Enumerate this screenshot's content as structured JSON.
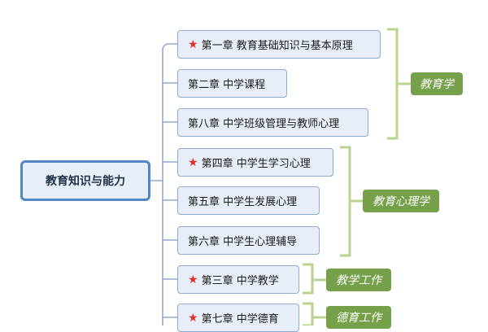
{
  "root": {
    "label": "教育知识与能力"
  },
  "chapters": [
    {
      "label": "第一章  教育基础知识与基本原理",
      "starred": true
    },
    {
      "label": "第二章  中学课程",
      "starred": false
    },
    {
      "label": "第八章  中学班级管理与教师心理",
      "starred": false
    },
    {
      "label": "第四章  中学生学习心理",
      "starred": true
    },
    {
      "label": "第五章  中学生发展心理",
      "starred": false
    },
    {
      "label": "第六章  中学生心理辅导",
      "starred": false
    },
    {
      "label": "第三章  中学教学",
      "starred": true
    },
    {
      "label": "第七章  中学德育",
      "starred": true
    }
  ],
  "groups": [
    {
      "label": "教育学"
    },
    {
      "label": "教育心理学"
    },
    {
      "label": "教学工作"
    },
    {
      "label": "德育工作"
    }
  ],
  "icons": {
    "star": "star-icon"
  },
  "colors": {
    "node_fill": "#e8eef8",
    "node_border": "#8fa9cf",
    "root_border": "#4f86c6",
    "connector": "#8fa9cf",
    "tag_fill": "#76a14a",
    "bracket": "#b9d48f",
    "star": "#d8312b"
  }
}
